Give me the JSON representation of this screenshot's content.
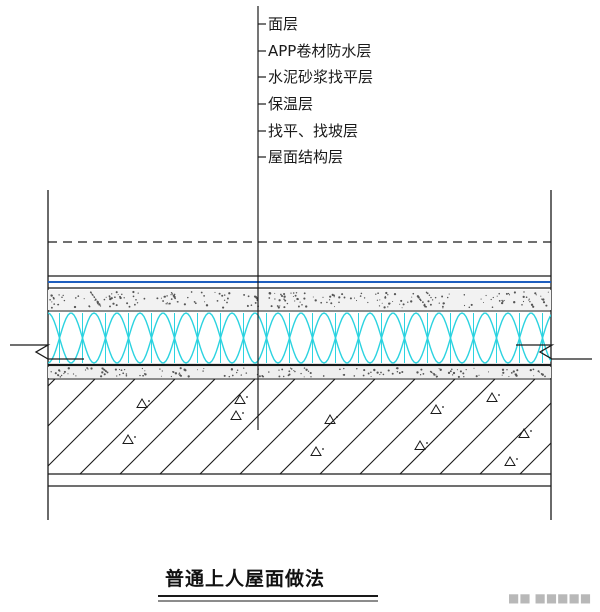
{
  "layers": [
    {
      "label": "面层"
    },
    {
      "label": "APP卷材防水层"
    },
    {
      "label": "水泥砂浆找平层"
    },
    {
      "label": "保温层"
    },
    {
      "label": "找平、找坡层"
    },
    {
      "label": "屋面结构层"
    }
  ],
  "caption": "普通上人屋面做法",
  "watermark": "■■ ■■■■■",
  "colors": {
    "line": "#1a1a1a",
    "membrane_blue": "#1f5fbf",
    "insulation_cyan": "#2cd3e0",
    "speckle": "#555555"
  }
}
